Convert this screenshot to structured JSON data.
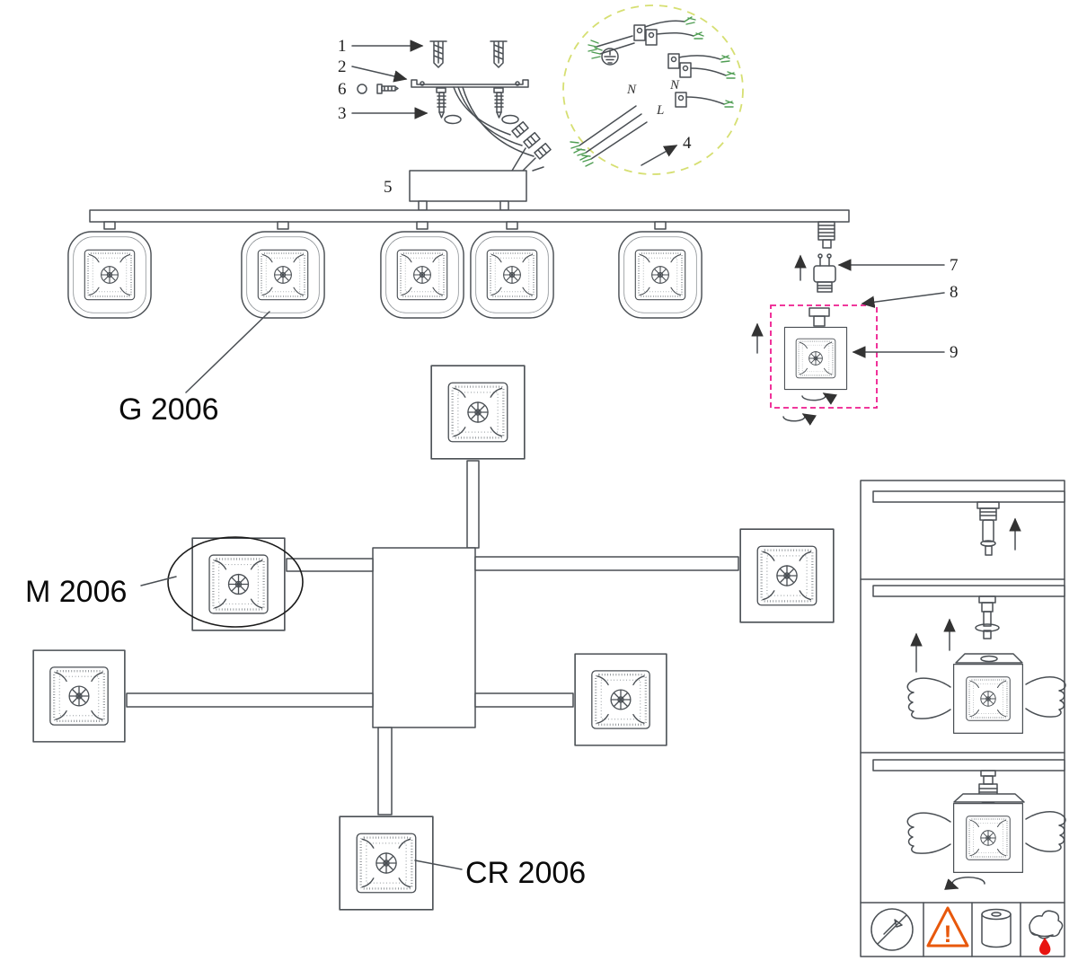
{
  "diagram": {
    "type": "lamp-assembly-instructions",
    "models": {
      "bar": "G 2006",
      "cross": "M 2006",
      "single": "CR 2006"
    }
  },
  "callouts": {
    "c1": "1",
    "c2": "2",
    "c3": "3",
    "c4": "4",
    "c5": "5",
    "c6": "6",
    "c7": "7",
    "c8": "8",
    "c9": "9"
  },
  "wiring": {
    "n1": "N",
    "n2": "N",
    "l": "L"
  },
  "icons": {
    "exclamation": "!",
    "no_sharp_tools_icon": "no-sharp-tools",
    "warning_triangle_icon": "warning",
    "shade_roll_icon": "shade-cylinder",
    "wipe_dry_icon": "wipe-with-cloth"
  },
  "colors": {
    "outline": "#4a4f54",
    "detail_circle_dash": "#d6df72",
    "highlight_box_dash": "#ee1c8f",
    "wire_tip_green": "#4f9d53",
    "warning_triangle": "#e8580c",
    "water_drop_red": "#e81410"
  }
}
